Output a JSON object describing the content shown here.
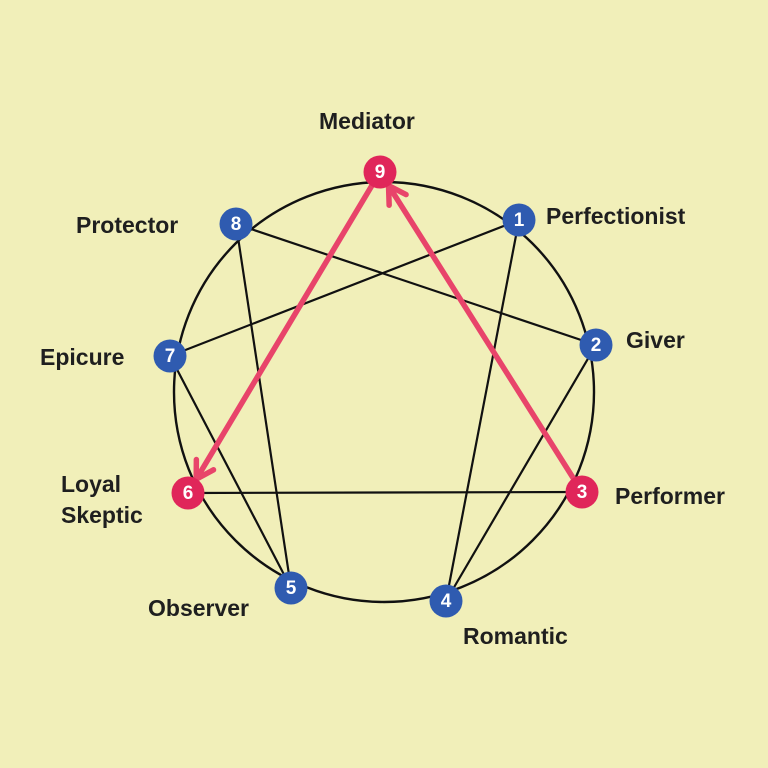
{
  "diagram": {
    "colors": {
      "background": "#f1efb9",
      "lines": "#111111",
      "regular_node": "#2f5bb0",
      "highlight_node": "#e0265a",
      "highlight_arrow": "#e8446a",
      "node_text": "#ffffff",
      "label_text": "#1f1f1f"
    },
    "nodes": [
      {
        "number": "1",
        "label": "Perfectionist",
        "highlighted": false
      },
      {
        "number": "2",
        "label": "Giver",
        "highlighted": false
      },
      {
        "number": "3",
        "label": "Performer",
        "highlighted": true
      },
      {
        "number": "4",
        "label": "Romantic",
        "highlighted": false
      },
      {
        "number": "5",
        "label": "Observer",
        "highlighted": false
      },
      {
        "number": "6",
        "label": "Loyal\nSkeptic",
        "highlighted": true
      },
      {
        "number": "7",
        "label": "Epicure",
        "highlighted": false
      },
      {
        "number": "8",
        "label": "Protector",
        "highlighted": false
      },
      {
        "number": "9",
        "label": "Mediator",
        "highlighted": true
      }
    ],
    "connections": [
      {
        "from": "1",
        "to": "7"
      },
      {
        "from": "7",
        "to": "5"
      },
      {
        "from": "5",
        "to": "8"
      },
      {
        "from": "8",
        "to": "2"
      },
      {
        "from": "2",
        "to": "4"
      },
      {
        "from": "4",
        "to": "1"
      },
      {
        "from": "3",
        "to": "6"
      }
    ],
    "arrows": [
      {
        "from": "3",
        "to": "9"
      },
      {
        "from": "9",
        "to": "6"
      }
    ]
  }
}
